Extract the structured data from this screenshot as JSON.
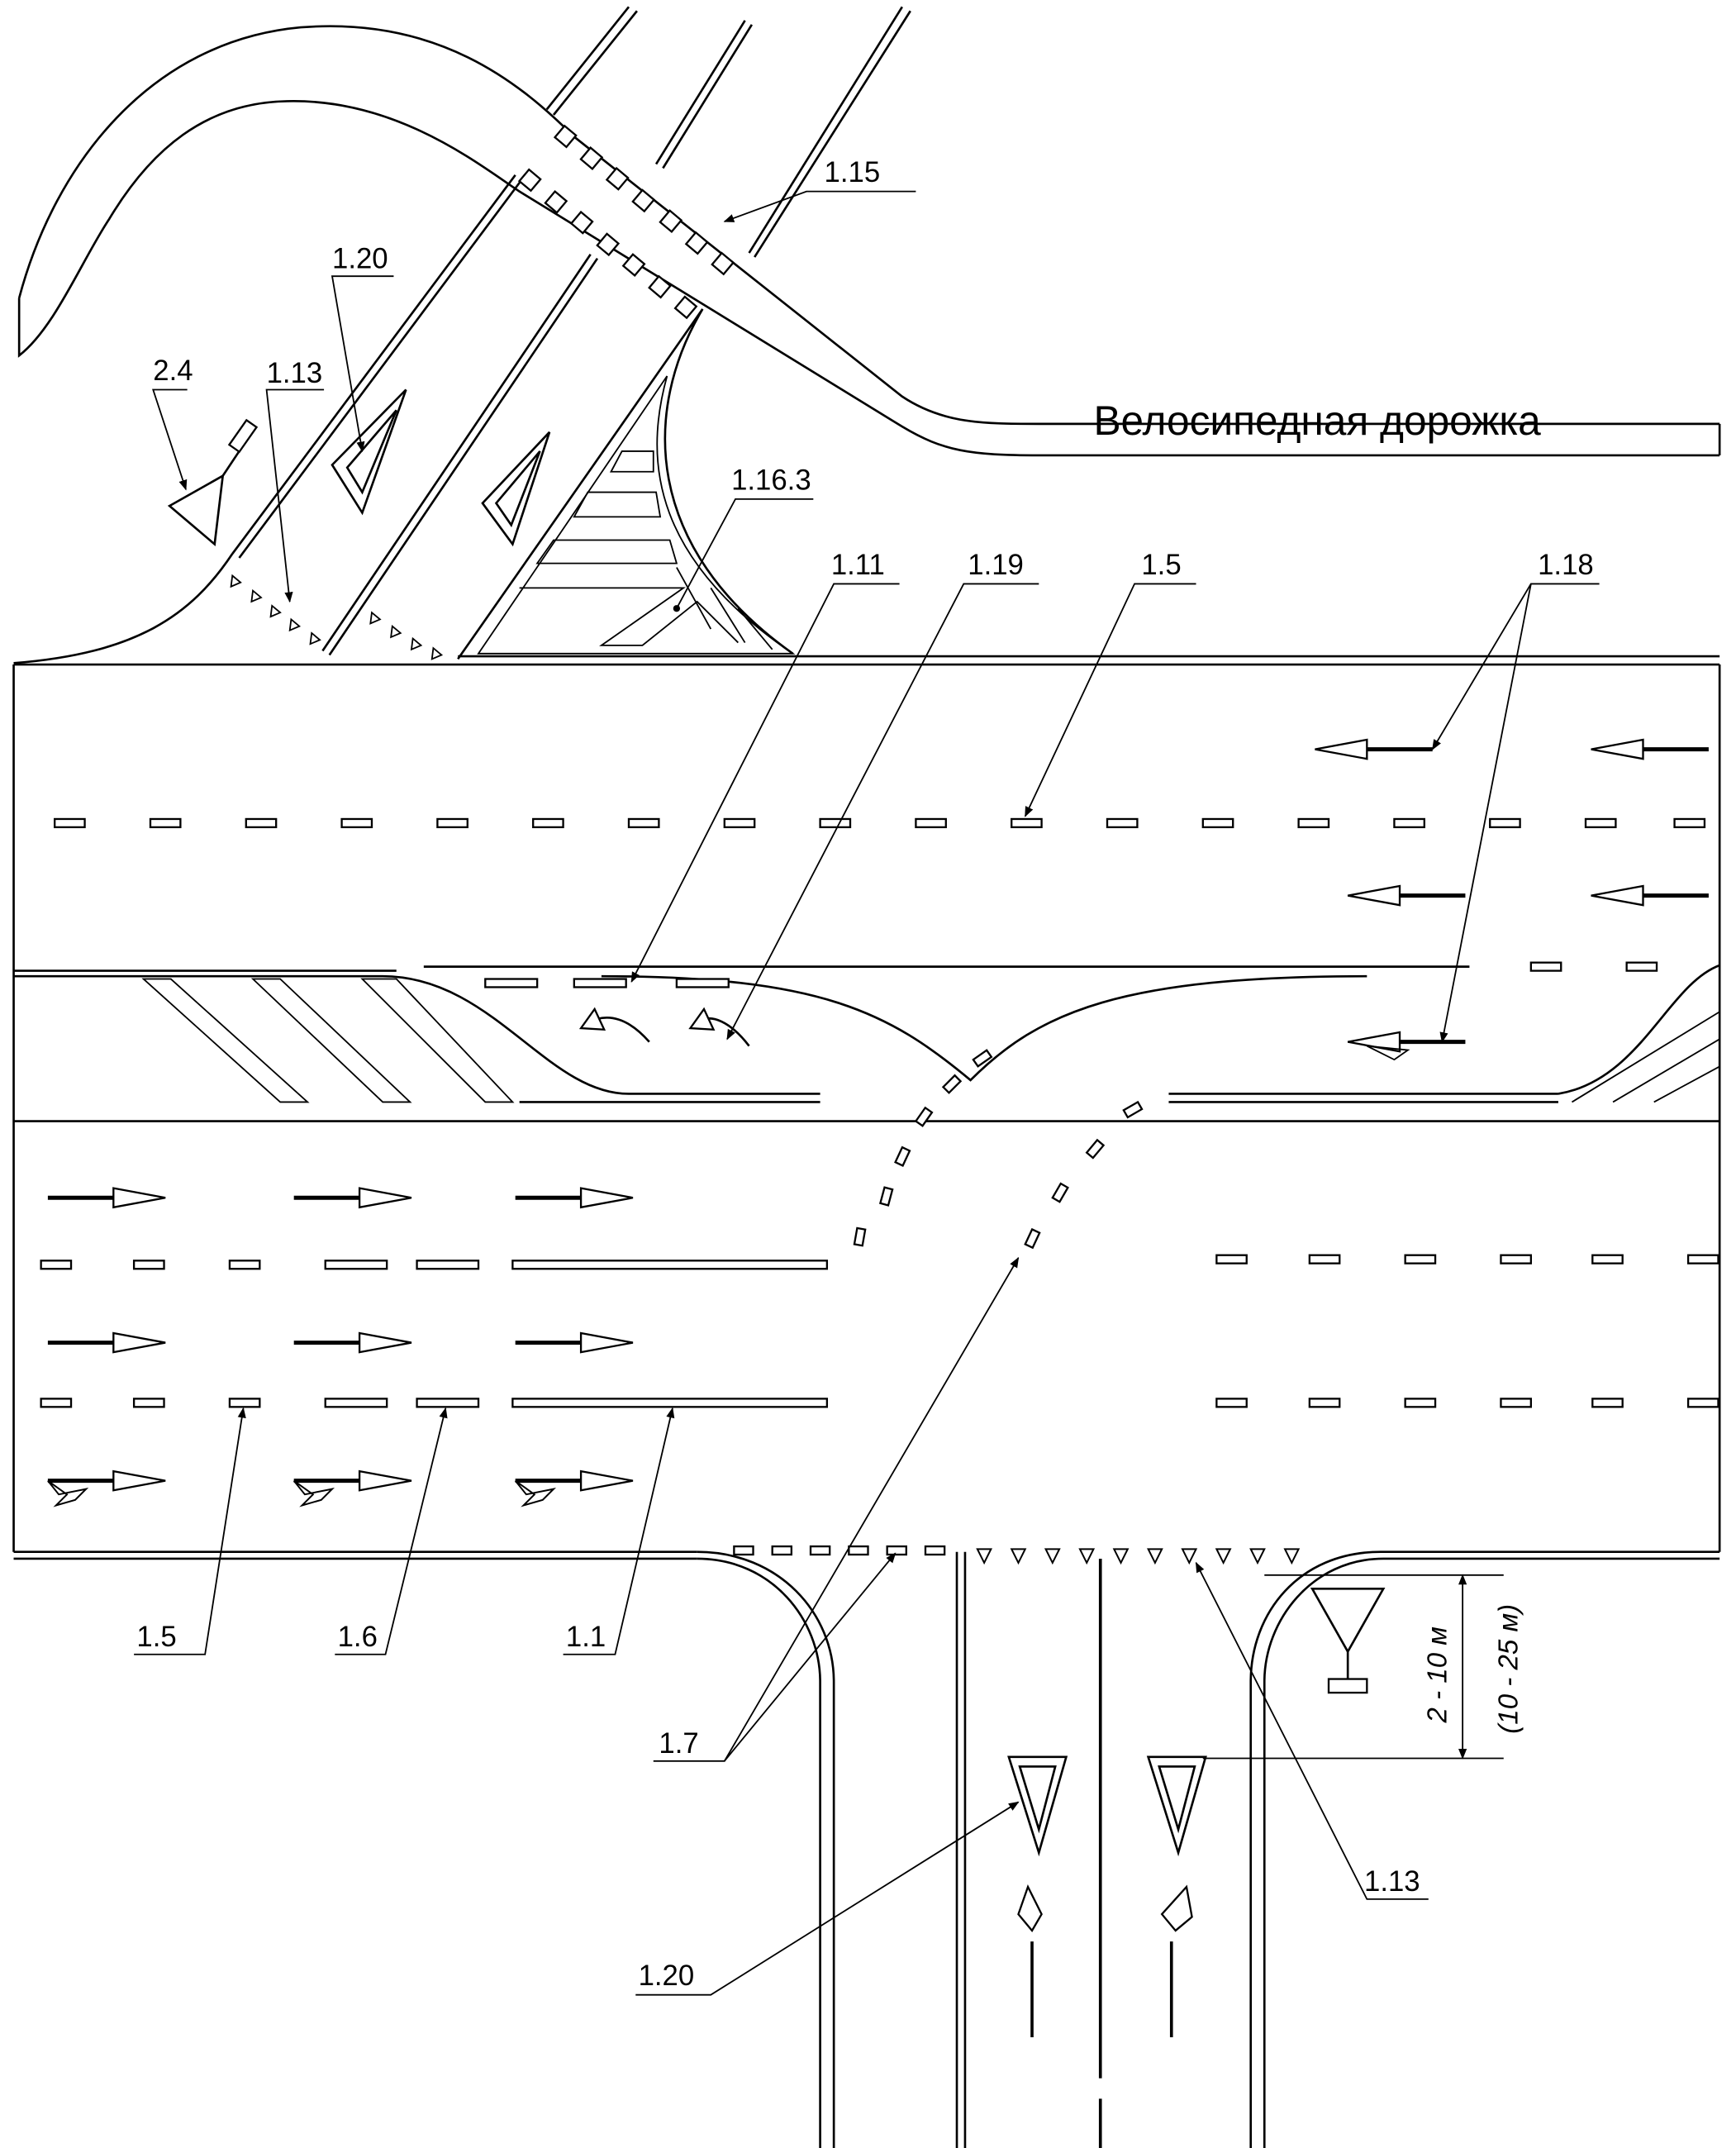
{
  "diagram": {
    "bike_path_label": "Велосипедная дорожка",
    "labels": {
      "l_1_15": "1.15",
      "l_1_20_top": "1.20",
      "l_2_4": "2.4",
      "l_1_13_top": "1.13",
      "l_1_16_3": "1.16.3",
      "l_1_11": "1.11",
      "l_1_19": "1.19",
      "l_1_5_top": "1.5",
      "l_1_18": "1.18",
      "l_1_5_bottom": "1.5",
      "l_1_6": "1.6",
      "l_1_1": "1.1",
      "l_1_7": "1.7",
      "l_1_20_bottom": "1.20",
      "l_1_13_bottom": "1.13"
    },
    "dimension": {
      "primary": "2 - 10 м",
      "alternate": "(10 - 25 м)"
    }
  }
}
